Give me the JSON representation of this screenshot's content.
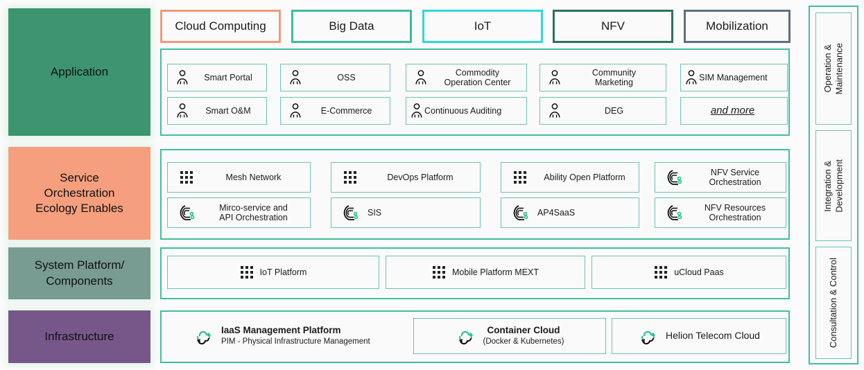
{
  "layers": [
    {
      "id": "application",
      "label": "Application",
      "color": "#3c9471"
    },
    {
      "id": "service-orchestration",
      "label": "Service\nOrchestration\nEcology Enables",
      "color": "#f59f7e"
    },
    {
      "id": "system-platform",
      "label": "System Platform/\nComponents",
      "color": "#789b92"
    },
    {
      "id": "infrastructure",
      "label": "Infrastructure",
      "color": "#77578a"
    }
  ],
  "categories": [
    {
      "label": "Cloud Computing",
      "border": "#f09a78"
    },
    {
      "label": "Big Data",
      "border": "#3dba9c"
    },
    {
      "label": "IoT",
      "border": "#2fd8d8"
    },
    {
      "label": "NFV",
      "border": "#2d7060"
    },
    {
      "label": "Mobilization",
      "border": "#5f6f80"
    }
  ],
  "application_items": [
    {
      "label": "Smart Portal",
      "icon": "person-icon"
    },
    {
      "label": "OSS",
      "icon": "person-icon"
    },
    {
      "label": "Commodity\nOperation Center",
      "icon": "person-icon"
    },
    {
      "label": "Community\nMarketing",
      "icon": "person-icon"
    },
    {
      "label": "SIM Management",
      "icon": "person-icon"
    },
    {
      "label": "Smart O&M",
      "icon": "person-icon"
    },
    {
      "label": "E-Commerce",
      "icon": "person-icon"
    },
    {
      "label": "Continuous Auditing",
      "icon": "person-icon"
    },
    {
      "label": "DEG",
      "icon": "person-icon"
    },
    {
      "label": "and more",
      "icon": "none"
    }
  ],
  "service_items": [
    {
      "label": "Mesh Network",
      "icon": "dot-grid-icon"
    },
    {
      "label": "DevOps Platform",
      "icon": "dot-grid-icon"
    },
    {
      "label": "Ability Open Platform",
      "icon": "dot-grid-icon"
    },
    {
      "label": "NFV Service\nOrchestration",
      "icon": "orchestration-icon"
    },
    {
      "label": "Mirco-service and\nAPI Orchestration",
      "icon": "orchestration-icon"
    },
    {
      "label": "SIS",
      "icon": "orchestration-icon"
    },
    {
      "label": "AP4SaaS",
      "icon": "orchestration-icon"
    },
    {
      "label": "NFV Resources\nOrchestration",
      "icon": "orchestration-icon"
    }
  ],
  "system_items": [
    {
      "label": "IoT Platform",
      "icon": "dot-grid-icon"
    },
    {
      "label": "Mobile Platform MEXT",
      "icon": "dot-grid-icon"
    },
    {
      "label": "uCloud Paas",
      "icon": "dot-grid-icon"
    }
  ],
  "infrastructure_items": [
    {
      "title": "IaaS Management Platform",
      "subtitle": "PIM - Physical Infrastructure Management",
      "icon": "cloud-refresh-icon"
    },
    {
      "title": "Container Cloud",
      "subtitle": "(Docker & Kubernetes)",
      "icon": "cloud-refresh-icon"
    },
    {
      "title": "Helion Telecom Cloud",
      "subtitle": "",
      "icon": "cloud-refresh-icon"
    }
  ],
  "sidebar": [
    {
      "label": "Operation &\nMaintenance"
    },
    {
      "label": "Integration &\nDevelopment"
    },
    {
      "label": "Consultation & Control"
    }
  ],
  "colors": {
    "panel_border": "#3fbfa0",
    "item_border": "#69c4b2",
    "icon_accent": "#1fbf8f",
    "background": "#fbfbfb"
  }
}
